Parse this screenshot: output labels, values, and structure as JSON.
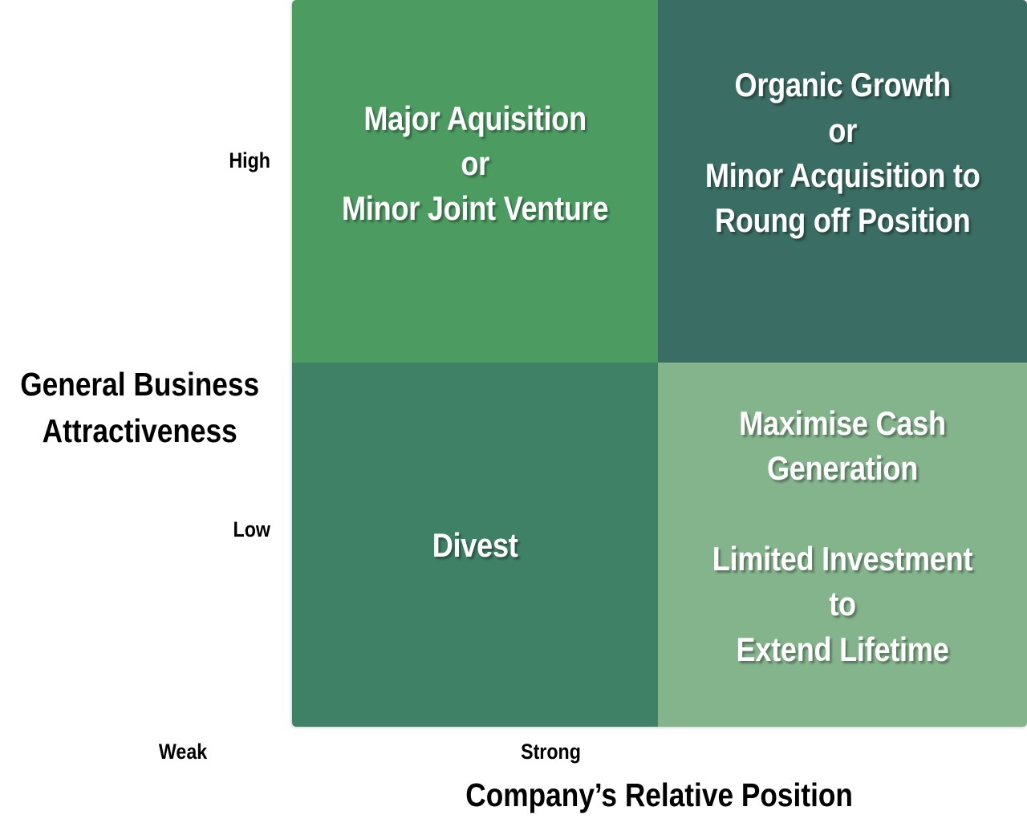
{
  "diagram": {
    "type": "2x2-matrix",
    "title": "",
    "axes": {
      "y": {
        "label": "General Business\nAttractiveness",
        "ticks": [
          "High",
          "Low"
        ],
        "high_label": "High",
        "low_label": "Low"
      },
      "x": {
        "label": "Company’s Relative Position",
        "ticks": [
          "Weak",
          "Strong"
        ],
        "weak_label": "Weak",
        "strong_label": "Strong"
      }
    },
    "quadrants": [
      {
        "position": "top-left",
        "x": "Weak",
        "y": "High",
        "text": "Major Aquisition\nor\nMinor Joint Venture",
        "color": "#4C9C62",
        "text_color": "#FFFFFF"
      },
      {
        "position": "top-right",
        "x": "Strong",
        "y": "High",
        "text": "Organic Growth\nor\nMinor Acquisition to\nRoung off Position",
        "color": "#3A6D63",
        "text_color": "#FFFFFF"
      },
      {
        "position": "bottom-left",
        "x": "Weak",
        "y": "Low",
        "text": "Divest",
        "color": "#3F8167",
        "text_color": "#FFFFFF"
      },
      {
        "position": "bottom-right",
        "x": "Strong",
        "y": "Low",
        "text": "Maximise Cash\nGeneration\n\nLimited Investment to\nExtend Lifetime",
        "color": "#84B48C",
        "text_color": "#FFFFFF"
      }
    ],
    "background_color": "#FFFFFF",
    "axis_label_color": "#000000"
  }
}
